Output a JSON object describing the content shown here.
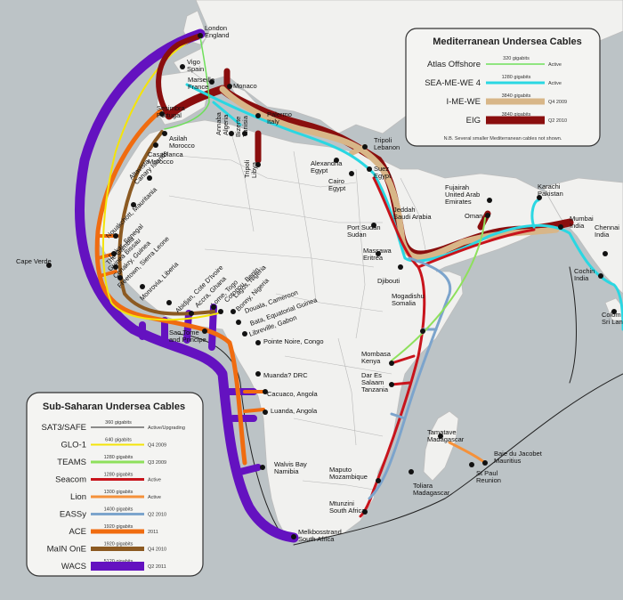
{
  "colors": {
    "ocean": "#bcc3c6",
    "land": "#f1f1ef",
    "border": "#aaaaaa",
    "SAT3": "#222222",
    "GLO1": "#f4e409",
    "TEAMS": "#8ee05c",
    "Seacom": "#c8141c",
    "Lion": "#f5913a",
    "EASSy": "#7ca4cc",
    "ACE": "#f06c10",
    "MainOne": "#8c5a22",
    "WACS": "#6412c0",
    "Atlas": "#6ee05a",
    "SEAMEWE4": "#2ad7e2",
    "IMEWE": "#d8b688",
    "EIG": "#8a0e0e"
  },
  "med_legend": {
    "title": "Mediterranean Undersea Cables",
    "rows": [
      {
        "name": "Atlas Offshore",
        "capacity": "320 gigabits",
        "status": "Active",
        "color": "#6ee05a",
        "thickness": 1.5
      },
      {
        "name": "SEA-ME-WE 4",
        "capacity": "1280 gigabits",
        "status": "Active",
        "color": "#2ad7e2",
        "thickness": 3
      },
      {
        "name": "I-ME-WE",
        "capacity": "3840 gigabits",
        "status": "Q4 2009",
        "color": "#d8b688",
        "thickness": 7
      },
      {
        "name": "EIG",
        "capacity": "3840 gigabits",
        "status": "Q2 2010",
        "color": "#8a0e0e",
        "thickness": 9
      }
    ],
    "note": "N.B. Several smaller Mediterranean cables not shown."
  },
  "ss_legend": {
    "title": "Sub-Saharan Undersea Cables",
    "rows": [
      {
        "name": "SAT3/SAFE",
        "capacity": "360 gigabits",
        "status": "Active/Upgrading",
        "color": "#222222",
        "thickness": 1
      },
      {
        "name": "GLO-1",
        "capacity": "640 gigabits",
        "status": "Q4 2009",
        "color": "#f4e409",
        "thickness": 2
      },
      {
        "name": "TEAMS",
        "capacity": "1280 gigabits",
        "status": "Q3 2009",
        "color": "#8ee05c",
        "thickness": 3
      },
      {
        "name": "Seacom",
        "capacity": "1280 gigabits",
        "status": "Active",
        "color": "#c8141c",
        "thickness": 3
      },
      {
        "name": "Lion",
        "capacity": "1300 gigabits",
        "status": "Active",
        "color": "#f5913a",
        "thickness": 3
      },
      {
        "name": "EASSy",
        "capacity": "1400 gigabits",
        "status": "Q2 2010",
        "color": "#7ca4cc",
        "thickness": 3
      },
      {
        "name": "ACE",
        "capacity": "1920 gigabits",
        "status": "2011",
        "color": "#f06c10",
        "thickness": 5
      },
      {
        "name": "MaIN OnE",
        "capacity": "1920 gigabits",
        "status": "Q4 2010",
        "color": "#8c5a22",
        "thickness": 5
      },
      {
        "name": "WACS",
        "capacity": "5120 gigabits",
        "status": "Q2 2011",
        "color": "#6412c0",
        "thickness": 10
      }
    ]
  },
  "places": [
    {
      "lines": [
        "London",
        "England"
      ]
    },
    {
      "lines": [
        "Vigo",
        "Spain"
      ]
    },
    {
      "lines": [
        "Marseille",
        "France"
      ]
    },
    {
      "lines": [
        "Monaco"
      ]
    },
    {
      "lines": [
        "Sesimbra",
        "Portugal"
      ]
    },
    {
      "lines": [
        "Asilah",
        "Morocco"
      ]
    },
    {
      "lines": [
        "Casablanca",
        "Morocco"
      ]
    },
    {
      "lines": [
        "Palermo",
        "Italy"
      ]
    },
    {
      "lines": [
        "Annaba",
        "Algeria"
      ]
    },
    {
      "lines": [
        "Bizerte",
        "Tunisia"
      ]
    },
    {
      "lines": [
        "Tripoli",
        "Libya"
      ]
    },
    {
      "lines": [
        "Tripoli",
        "Lebanon"
      ]
    },
    {
      "lines": [
        "Alexandria",
        "Egypt"
      ]
    },
    {
      "lines": [
        "Cairo",
        "Egypt"
      ]
    },
    {
      "lines": [
        "Suez",
        "Egypt"
      ]
    },
    {
      "lines": [
        "Jeddah",
        "Saudi Arabia"
      ]
    },
    {
      "lines": [
        "Fujairah",
        "United Arab",
        "Emirates"
      ]
    },
    {
      "lines": [
        "Karachi",
        "Pakistan"
      ]
    },
    {
      "lines": [
        "Oman"
      ]
    },
    {
      "lines": [
        "Mumbai",
        "India"
      ]
    },
    {
      "lines": [
        "Chennai",
        "India"
      ]
    },
    {
      "lines": [
        "Cochin",
        "India"
      ]
    },
    {
      "lines": [
        "Colom",
        "Sri Lan"
      ]
    },
    {
      "lines": [
        "Port Sudan",
        "Sudan"
      ]
    },
    {
      "lines": [
        "Massawa",
        "Eritrea"
      ]
    },
    {
      "lines": [
        "Djibouti"
      ]
    },
    {
      "lines": [
        "Mogadishu",
        "Somalia"
      ]
    },
    {
      "lines": [
        "Mombasa",
        "Kenya"
      ]
    },
    {
      "lines": [
        "Dar Es",
        "Salaam",
        "Tanzania"
      ]
    },
    {
      "lines": [
        "Tamatave",
        "Madagascar"
      ]
    },
    {
      "lines": [
        "Baie du Jacobet",
        "Mauritius"
      ]
    },
    {
      "lines": [
        "St Paul",
        "Reunion"
      ]
    },
    {
      "lines": [
        "Toliara",
        "Madagascar"
      ]
    },
    {
      "lines": [
        "Maputo",
        "Mozambique"
      ]
    },
    {
      "lines": [
        "Mtunzini",
        "South Africa"
      ]
    },
    {
      "lines": [
        "Melkbosstrand",
        "South Africa"
      ]
    },
    {
      "lines": [
        "Walvis Bay",
        "Namibia"
      ]
    },
    {
      "lines": [
        "Luanda, Angola"
      ]
    },
    {
      "lines": [
        "Cacuaco, Angola"
      ]
    },
    {
      "lines": [
        "Muanda? DRC"
      ]
    },
    {
      "lines": [
        "Pointe Noire, Congo"
      ]
    },
    {
      "lines": [
        "Libreville, Gabon"
      ]
    },
    {
      "lines": [
        "Bata, Equatorial Guinea"
      ]
    },
    {
      "lines": [
        "Douala, Cameroon"
      ]
    },
    {
      "lines": [
        "Sao Tome",
        "and Principe"
      ]
    },
    {
      "lines": [
        "Altavista",
        "Canary Islands"
      ]
    },
    {
      "lines": [
        "Nouakchott, Mauritania"
      ]
    },
    {
      "lines": [
        "Dakar, Senegal"
      ]
    },
    {
      "lines": [
        "The Gambia"
      ]
    },
    {
      "lines": [
        "Guinea Bissau"
      ]
    },
    {
      "lines": [
        "Conakry, Guinea"
      ]
    },
    {
      "lines": [
        "Freetown, Sierra Leone"
      ]
    },
    {
      "lines": [
        "Monrovia, Liberia"
      ]
    },
    {
      "lines": [
        "Abidjan, Cote D'Ivoire"
      ]
    },
    {
      "lines": [
        "Accra, Ghana"
      ]
    },
    {
      "lines": [
        "Lome, Togo"
      ]
    },
    {
      "lines": [
        "Cotonou, Benin"
      ]
    },
    {
      "lines": [
        "Lagos, Nigeria"
      ]
    },
    {
      "lines": [
        "Bonny, Nigeria"
      ]
    },
    {
      "lines": [
        "Cape Verde"
      ]
    }
  ]
}
